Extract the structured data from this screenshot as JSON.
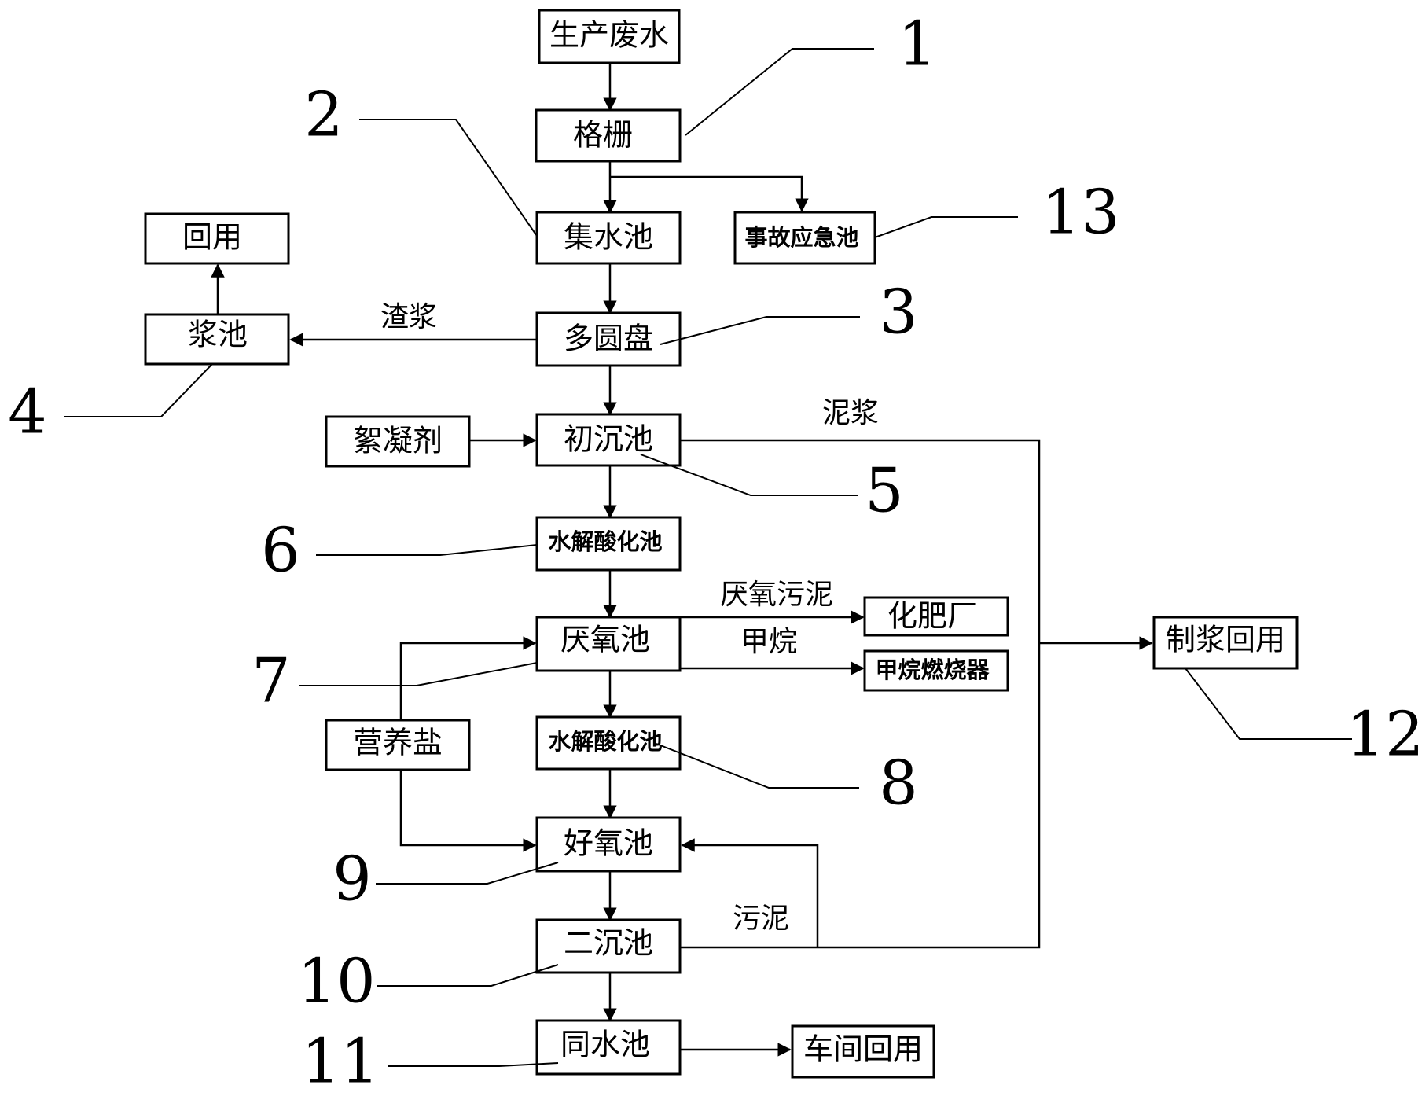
{
  "nodes": {
    "wastewater": "生产废水",
    "grille": "格栅",
    "collection_tank": "集水池",
    "emergency_tank": "事故应急池",
    "multi_disc": "多圆盘",
    "pulp_tank": "浆池",
    "reuse": "回用",
    "flocculant": "絮凝剂",
    "primary_clarifier": "初沉池",
    "hydrolysis_1": "水解酸化池",
    "anaerobic_tank": "厌氧池",
    "fertilizer_plant": "化肥厂",
    "methane_burner": "甲烷燃烧器",
    "nutrient_salt": "营养盐",
    "hydrolysis_2": "水解酸化池",
    "aerobic_tank": "好氧池",
    "secondary_clarifier": "二沉池",
    "recycle_tank": "同水池",
    "workshop_reuse": "车间回用",
    "pulping_reuse": "制浆回用"
  },
  "edge_labels": {
    "residue_pulp": "渣浆",
    "mud": "泥浆",
    "anaerobic_sludge": "厌氧污泥",
    "methane": "甲烷",
    "sludge": "污泥"
  },
  "callouts": [
    "1",
    "2",
    "3",
    "4",
    "5",
    "6",
    "7",
    "8",
    "9",
    "10",
    "11",
    "12",
    "13"
  ]
}
